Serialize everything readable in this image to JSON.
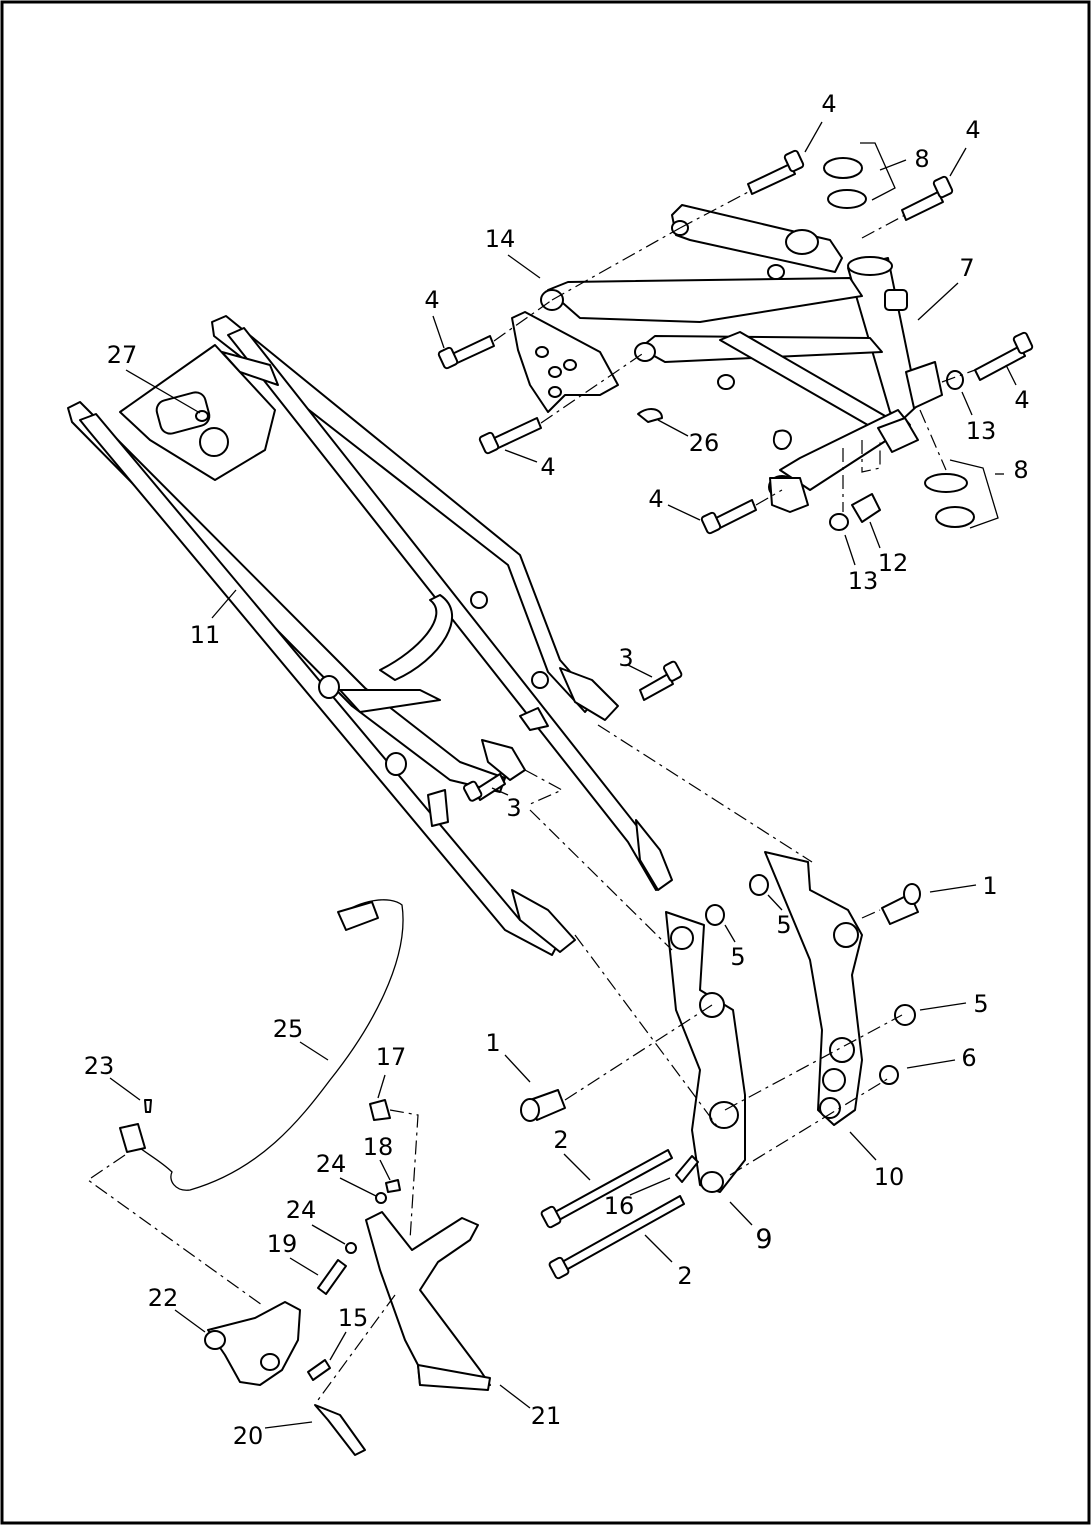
{
  "callouts": [
    {
      "id": "c4a",
      "text": "4"
    },
    {
      "id": "c4b",
      "text": "4"
    },
    {
      "id": "c8a",
      "text": "8"
    },
    {
      "id": "c14",
      "text": "14"
    },
    {
      "id": "c7",
      "text": "7"
    },
    {
      "id": "c4c",
      "text": "4"
    },
    {
      "id": "c4d",
      "text": "4"
    },
    {
      "id": "c27",
      "text": "27"
    },
    {
      "id": "c13a",
      "text": "13"
    },
    {
      "id": "c26",
      "text": "26"
    },
    {
      "id": "c4e",
      "text": "4"
    },
    {
      "id": "c8b",
      "text": "8"
    },
    {
      "id": "c4f",
      "text": "4"
    },
    {
      "id": "c12",
      "text": "12"
    },
    {
      "id": "c13b",
      "text": "13"
    },
    {
      "id": "c11",
      "text": "11"
    },
    {
      "id": "c3a",
      "text": "3"
    },
    {
      "id": "c3b",
      "text": "3"
    },
    {
      "id": "c1a",
      "text": "1"
    },
    {
      "id": "c5a",
      "text": "5"
    },
    {
      "id": "c5b",
      "text": "5"
    },
    {
      "id": "c5c",
      "text": "5"
    },
    {
      "id": "c25",
      "text": "25"
    },
    {
      "id": "c1b",
      "text": "1"
    },
    {
      "id": "c6",
      "text": "6"
    },
    {
      "id": "c17",
      "text": "17"
    },
    {
      "id": "c23",
      "text": "23"
    },
    {
      "id": "c2a",
      "text": "2"
    },
    {
      "id": "c18",
      "text": "18"
    },
    {
      "id": "c10",
      "text": "10"
    },
    {
      "id": "c24a",
      "text": "24"
    },
    {
      "id": "c16",
      "text": "16"
    },
    {
      "id": "c24b",
      "text": "24"
    },
    {
      "id": "c9",
      "text": "9"
    },
    {
      "id": "c19",
      "text": "19"
    },
    {
      "id": "c2b",
      "text": "2"
    },
    {
      "id": "c22",
      "text": "22"
    },
    {
      "id": "c15",
      "text": "15"
    },
    {
      "id": "c21",
      "text": "21"
    },
    {
      "id": "c20",
      "text": "20"
    }
  ]
}
